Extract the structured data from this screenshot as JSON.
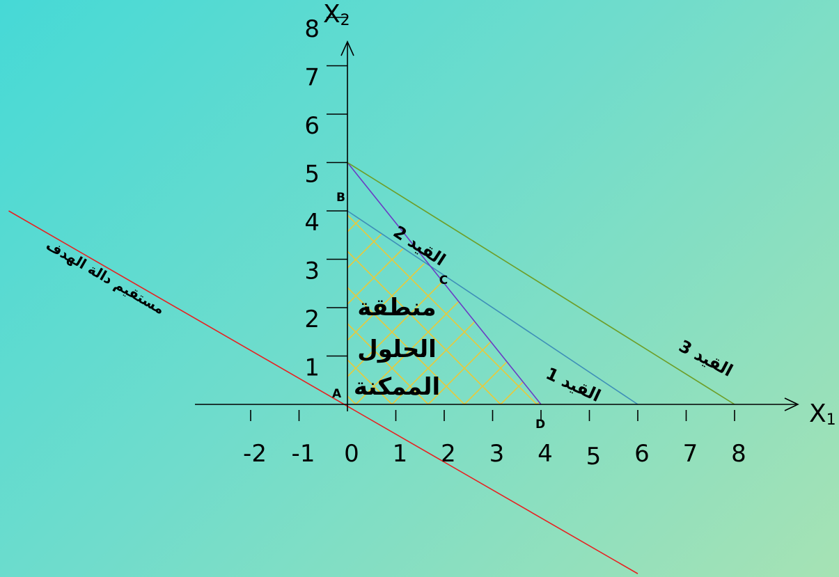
{
  "chart_data": {
    "type": "line",
    "x_axis": {
      "label": "X",
      "label_subscript": "1",
      "range": [
        -2,
        8
      ],
      "ticks": [
        -2,
        -1,
        0,
        1,
        2,
        3,
        4,
        5,
        6,
        7,
        8
      ]
    },
    "y_axis": {
      "label": "X",
      "label_subscript": "2",
      "range": [
        0,
        8
      ],
      "ticks": [
        1,
        2,
        3,
        4,
        5,
        6,
        7,
        8
      ]
    },
    "grid": false,
    "series": [
      {
        "name": "القيد 1",
        "points": [
          [
            0,
            4
          ],
          [
            6,
            0
          ]
        ],
        "color": "#3e8fb8"
      },
      {
        "name": "القيد 2",
        "points": [
          [
            0,
            5
          ],
          [
            4,
            0
          ]
        ],
        "color": "#6a3bc4"
      },
      {
        "name": "القيد 3",
        "points": [
          [
            0,
            5
          ],
          [
            8,
            0
          ]
        ],
        "color": "#6e9e28"
      },
      {
        "name": "مستقيم دالة الهدف",
        "points": [
          [
            -7,
            4
          ],
          [
            6,
            -3.5
          ]
        ],
        "color": "#e82020"
      }
    ],
    "feasible_region": {
      "label_lines": [
        "منطقة",
        "الحلول",
        "الممكنة"
      ],
      "vertices": [
        [
          0,
          0
        ],
        [
          0,
          4
        ],
        [
          1.78,
          2.78
        ],
        [
          4,
          0
        ]
      ],
      "hatch_color": "#e8c93a"
    },
    "points": [
      {
        "label": "A",
        "x": 0,
        "y": 0
      },
      {
        "label": "B",
        "x": 0,
        "y": 4
      },
      {
        "label": "C",
        "x": 1.78,
        "y": 2.78
      },
      {
        "label": "D",
        "x": 4,
        "y": 0
      }
    ]
  }
}
